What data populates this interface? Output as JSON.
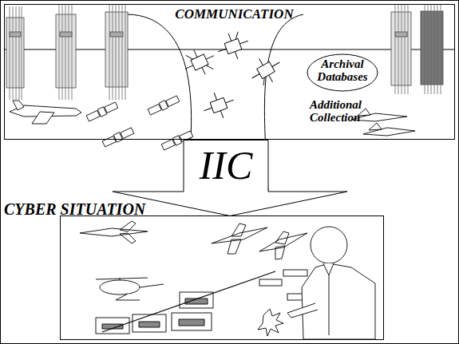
{
  "diagram": {
    "nodes": [
      {
        "text": [
          "COMMUNICATION"
        ]
      },
      {
        "text": [
          "Archival Databases"
        ],
        "in": 0
      },
      {
        "text": [
          "Additional Collection"
        ],
        "in": 0
      },
      {
        "text": [
          "IIC"
        ]
      },
      {
        "text": [
          "CYBER SITUATION"
        ]
      }
    ]
  }
}
